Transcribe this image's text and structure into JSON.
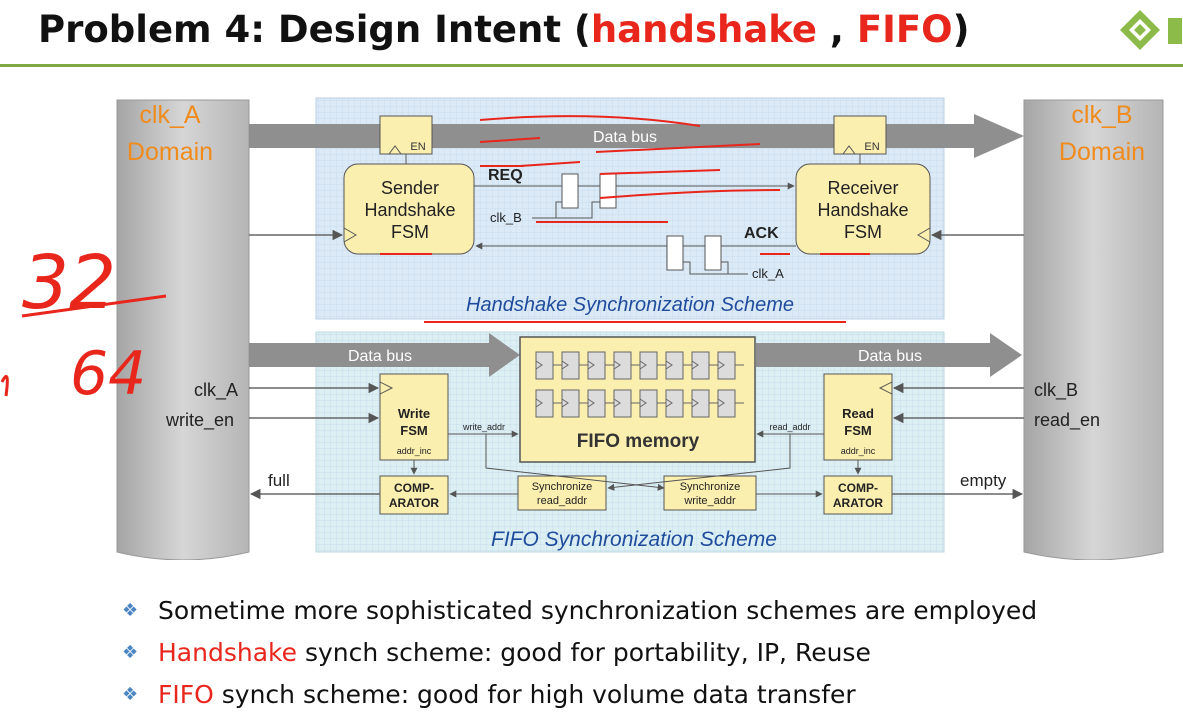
{
  "slide": {
    "title": {
      "prefix": "Problem 4: Design Intent (",
      "highlight_1": "handshake",
      "separator": " , ",
      "highlight_2": "FIFO",
      "suffix": ")"
    },
    "logo_icon": "diamond-logo-icon",
    "accent_color": "#e8261c",
    "rule_color": "#7fa843"
  },
  "diagram": {
    "clk_a_domain": {
      "line1": "clk_A",
      "line2": "Domain"
    },
    "clk_b_domain": {
      "line1": "clk_B",
      "line2": "Domain"
    },
    "handshake": {
      "data_bus": "Data bus",
      "en_left": "EN",
      "en_right": "EN",
      "sender": [
        "Sender",
        "Handshake",
        "FSM"
      ],
      "receiver": [
        "Receiver",
        "Handshake",
        "FSM"
      ],
      "req": "REQ",
      "ack": "ACK",
      "clk_b": "clk_B",
      "clk_a": "clk_A",
      "scheme_title": "Handshake Synchronization Scheme"
    },
    "fifo": {
      "data_bus_left": "Data bus",
      "data_bus_right": "Data bus",
      "clk_a": "clk_A",
      "write_en": "write_en",
      "clk_b": "clk_B",
      "read_en": "read_en",
      "write_fsm": [
        "Write",
        "FSM"
      ],
      "read_fsm": [
        "Read",
        "FSM"
      ],
      "addr_inc": "addr_inc",
      "write_addr": "write_addr",
      "read_addr": "read_addr",
      "memory": "FIFO memory",
      "comparator": [
        "COMP-",
        "ARATOR"
      ],
      "sync_read": [
        "Synchronize",
        "read_addr"
      ],
      "sync_write": [
        "Synchronize",
        "write_addr"
      ],
      "full": "full",
      "empty": "empty",
      "scheme_title": "FIFO Synchronization Scheme"
    },
    "handwriting": {
      "top": "32",
      "bottom": "64"
    }
  },
  "bullets": [
    {
      "text": "Sometime more sophisticated synchronization schemes are employed"
    },
    {
      "highlight": "Handshake",
      "text": " synch scheme: good for portability, IP, Reuse"
    },
    {
      "highlight": "FIFO",
      "text": " synch scheme: good for high volume data transfer"
    }
  ]
}
